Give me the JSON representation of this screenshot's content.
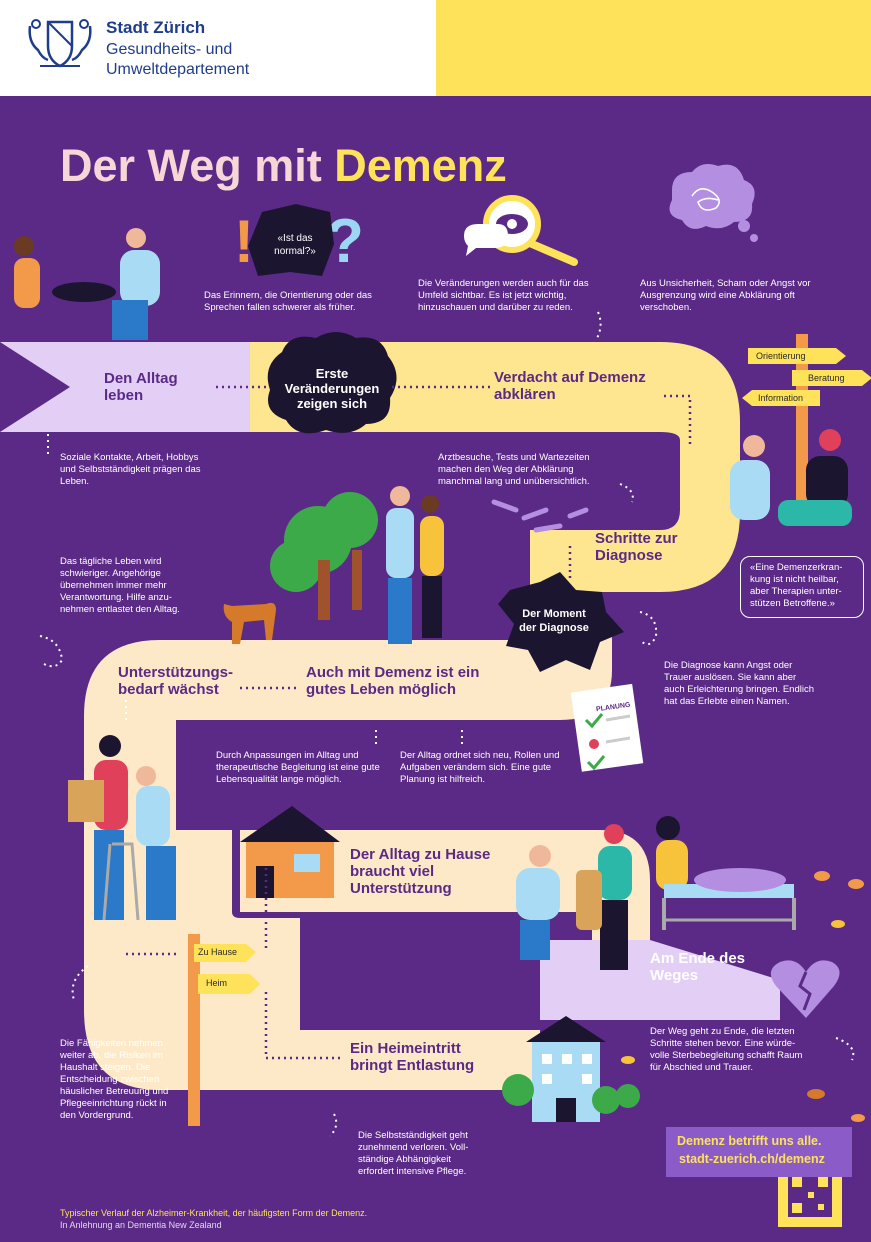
{
  "header": {
    "brand_line1": "Stadt Zürich",
    "brand_line2": "Gesundheits- und",
    "brand_line3": "Umweltdepartement"
  },
  "title": {
    "part1": "Der Weg mit ",
    "part2": "Demenz"
  },
  "bubble_question": "«Ist das normal?»",
  "stages": {
    "alltag": "Den Alltag leben",
    "erste": "Erste Veränderungen zeigen sich",
    "verdacht": "Verdacht auf Demenz abklären",
    "schritte": "Schritte zur Diagnose",
    "moment": "Der Moment der Diagnose",
    "gutes_leben": "Auch mit Demenz ist ein gutes Leben möglich",
    "unterstuetzung": "Unterstützungs-bedarf wächst",
    "zuhause": "Der Alltag zu Hause braucht viel Unterstützung",
    "heimeintritt": "Ein Heimeintritt bringt Entlastung",
    "ende": "Am Ende des Weges"
  },
  "texts": {
    "erinnern": "Das Erinnern, die Orientierung oder das Sprechen fallen schwerer als früher.",
    "umfeld": "Die Veränderungen werden auch für das Umfeld sichtbar. Es ist jetzt wichtig, hinzuschauen und darüber zu reden.",
    "unsicherheit": "Aus Unsicherheit, Scham oder Angst vor Ausgrenzung wird eine Abklärung oft verschoben.",
    "soziale": "Soziale Kontakte, Arbeit, Hobbys und Selbstständigkeit prägen das Leben.",
    "arztbesuche": "Arztbesuche, Tests und Wartezeiten machen den Weg der Abklärung manchmal lang und unübersichtlich.",
    "taegliche": "Das tägliche Leben wird schwieriger. Angehörige übernehmen immer mehr Verantwortung. Hilfe anzu-nehmen entlastet den Alltag.",
    "diagnose_angst": "Die Diagnose kann Angst oder Trauer auslösen. Sie kann aber auch Erleichterung bringen. Endlich hat das Erlebte einen Namen.",
    "anpassungen": "Durch Anpassungen im Alltag und therapeutische Begleitung ist eine gute Lebensqualität lange möglich.",
    "ordnet": "Der Alltag ordnet sich neu, Rollen und Aufgaben verändern sich. Eine gute Planung ist hilfreich.",
    "faehigkeiten": "Die Fähigkeiten nehmen weiter ab, die Risiken im Haushalt steigen. Die Entscheidung zwischen häuslicher Betreuung und Pflegeeinrichtung rückt in den Vordergrund.",
    "weg_ende": "Der Weg geht zu Ende, die letzten Schritte stehen bevor. Eine würde-volle Sterbebegleitung schafft Raum für Abschied und Trauer.",
    "selbststaendigkeit": "Die Selbstständigkeit geht zunehmend verloren. Voll-ständige Abhängigkeit erfordert intensive Pflege."
  },
  "quote": "«Eine Demenzerkran-kung ist nicht heilbar, aber Therapien unter-stützen Betroffene.»",
  "signs": {
    "orientierung": "Orientierung",
    "beratung": "Beratung",
    "information": "Information",
    "zuhause": "Zu Hause",
    "heim": "Heim",
    "planung": "PLANUNG"
  },
  "footer": {
    "note1": "Typischer Verlauf der Alzheimer-Krankheit, der häufigsten Form der Demenz.",
    "note2": "In Anlehnung an Dementia New Zealand"
  },
  "cta": {
    "line1": "Demenz betrifft uns alle.",
    "line2": "stadt-zuerich.ch/demenz"
  },
  "colors": {
    "background": "#5b2a86",
    "path_light": "#fde9c7",
    "path_yellow": "#fde68f",
    "accent_yellow": "#fde25a",
    "lilac": "#e3cff5",
    "dark_bubble": "#1c1530"
  }
}
